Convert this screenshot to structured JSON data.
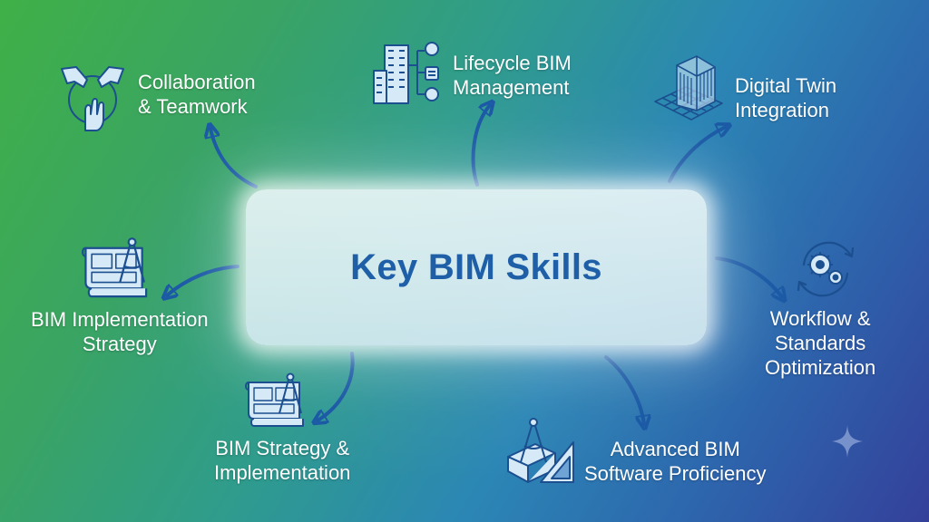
{
  "hub": {
    "title": "Key BIM Skills"
  },
  "nodes": [
    {
      "id": "collaboration",
      "lines": [
        "Collaboration",
        "& Teamwork"
      ],
      "icon": "collaboration-hands-icon"
    },
    {
      "id": "lifecycle",
      "lines": [
        "Lifecycle BIM",
        "Management"
      ],
      "icon": "building-lifecycle-icon"
    },
    {
      "id": "digital-twin",
      "lines": [
        "Digital Twin",
        "Integration"
      ],
      "icon": "digital-twin-building-icon"
    },
    {
      "id": "workflow",
      "lines": [
        "Workflow &",
        "Standards",
        "Optimization"
      ],
      "icon": "gears-cycle-icon"
    },
    {
      "id": "software",
      "lines": [
        "Advanced BIM",
        "Software Proficiency"
      ],
      "icon": "compass-triangle-icon"
    },
    {
      "id": "strategy",
      "lines": [
        "BIM Strategy &",
        "Implementation"
      ],
      "icon": "blueprint-compass-icon"
    },
    {
      "id": "implementation",
      "lines": [
        "BIM Implementation",
        "Strategy"
      ],
      "icon": "blueprint-compass-icon"
    }
  ],
  "colors": {
    "hub_text": "#1f5fa8",
    "arrow": "#1c5aa6",
    "icon_line": "#1b4f8f",
    "icon_fill": "#cfe6f7"
  }
}
